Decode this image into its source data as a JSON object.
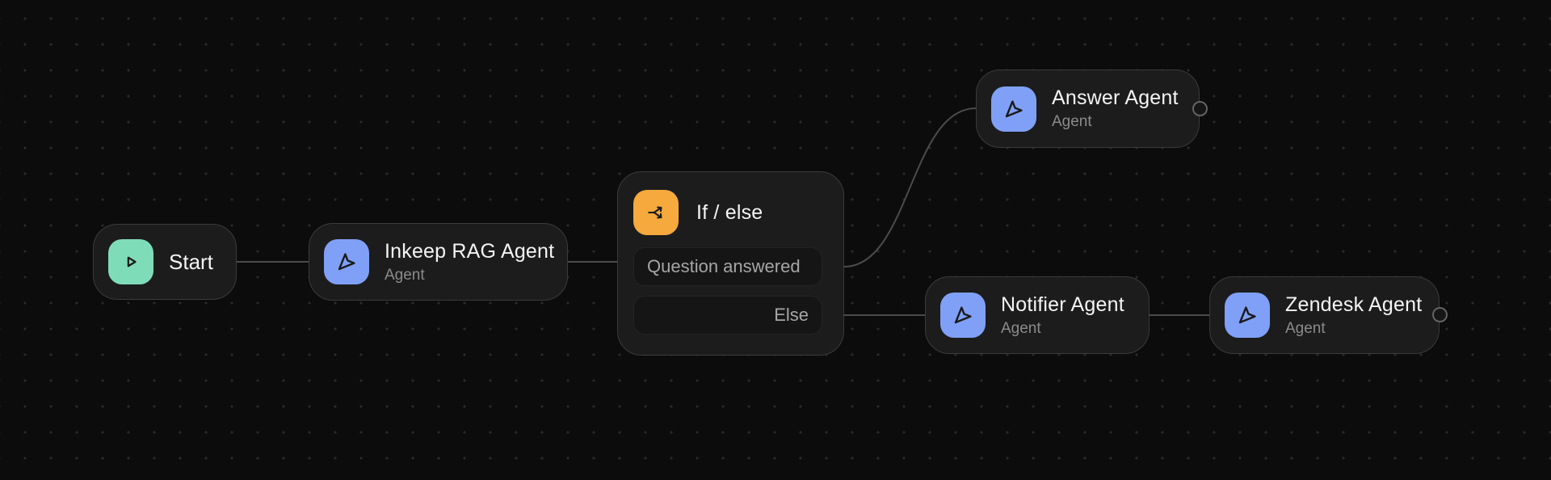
{
  "canvas": {
    "background": "#0c0c0c",
    "dot_color": "#2a2a2a",
    "edge_color": "#4b4b4b",
    "node_background": "#1c1c1c",
    "node_border": "#3b3b3b"
  },
  "nodes": [
    {
      "id": "start",
      "type": "start",
      "title": "Start",
      "icon": "play-icon",
      "icon_color": "#7fdcb8"
    },
    {
      "id": "inkeep-rag-agent",
      "type": "agent",
      "title": "Inkeep RAG Agent",
      "subtitle": "Agent",
      "icon": "cursor-icon",
      "icon_color": "#7fa0f6"
    },
    {
      "id": "if-else",
      "type": "condition",
      "title": "If / else",
      "icon": "split-icon",
      "icon_color": "#f6a93c",
      "branches": [
        "Question answered",
        "Else"
      ]
    },
    {
      "id": "answer-agent",
      "type": "agent",
      "title": "Answer Agent",
      "subtitle": "Agent",
      "icon": "cursor-icon",
      "icon_color": "#7fa0f6"
    },
    {
      "id": "notifier-agent",
      "type": "agent",
      "title": "Notifier Agent",
      "subtitle": "Agent",
      "icon": "cursor-icon",
      "icon_color": "#7fa0f6"
    },
    {
      "id": "zendesk-agent",
      "type": "agent",
      "title": "Zendesk Agent",
      "subtitle": "Agent",
      "icon": "cursor-icon",
      "icon_color": "#7fa0f6"
    }
  ],
  "edges": [
    {
      "from": "start",
      "to": "inkeep-rag-agent"
    },
    {
      "from": "inkeep-rag-agent",
      "to": "if-else"
    },
    {
      "from": "if-else:question-answered",
      "to": "answer-agent"
    },
    {
      "from": "if-else:else",
      "to": "notifier-agent"
    },
    {
      "from": "notifier-agent",
      "to": "zendesk-agent"
    }
  ]
}
